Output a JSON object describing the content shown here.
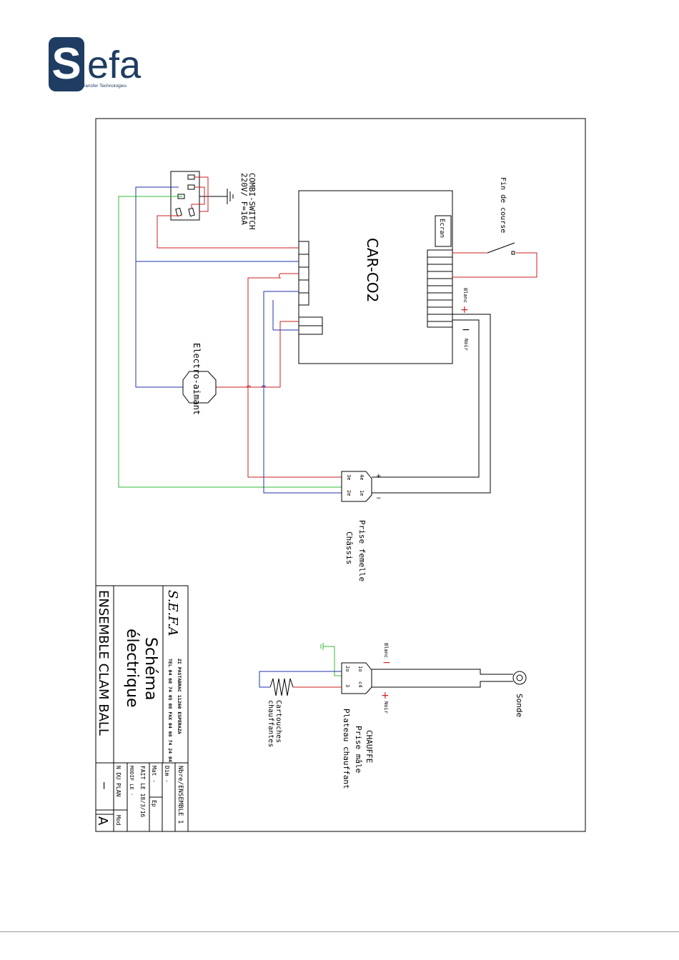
{
  "colors": {
    "red": "#cc2222",
    "blue": "#2233aa",
    "green": "#33bb33",
    "black": "#000000",
    "logo_blue": "#1f3d63"
  },
  "logo": {
    "initial": "S",
    "rest": "efa",
    "tagline": "Heat Transfer Technologies"
  },
  "diagram": {
    "combi_switch_line1": "COMBI-SWITCH",
    "combi_switch_line2": "220V/ F=16A",
    "controller": "CAR-CO2",
    "screen": "Ecran",
    "limit_switch": "Fin de course",
    "blanc_label": "Blanc",
    "noir_label": "Noir",
    "plus": "+",
    "minus": "−",
    "electro_aimant": "Electro-aimant",
    "prise_femelle": "Prise femelle",
    "chassis": "Châssis",
    "female_pins": [
      "4e",
      "3e",
      "1e",
      "2e"
    ],
    "male_pins": [
      "1o",
      "2o",
      "3",
      "c4"
    ],
    "chauffe": "CHAUFFE",
    "prise_male": "Prise mâle",
    "plateau_chauffant": "Plateau chauffant",
    "cartouches_line1": "Cartouches",
    "cartouches_line2": "chauffantes",
    "sonde": "Sonde"
  },
  "title_block": {
    "company": "S.E.F.A",
    "address": "ZI PASTABRAC  11260 ESPERAZA",
    "phone": "TEL 04 68 74 05 08   FAX 04 68 74 24 04",
    "title_line1": "Schéma",
    "title_line2": "électrique",
    "assembly": "ENSEMBLE CLAM BALL",
    "nomenclature": "Nbre/ENSEMBLE 1",
    "dim": "Dim -",
    "mat": "Mat -",
    "ep": "Ep",
    "fait_le": "FAIT LE 18/3/16",
    "modif": "MODIF LE -",
    "plan_no": "N DU PLAN",
    "plan_value": "—",
    "mod": "Mod",
    "mod_value": "A"
  }
}
